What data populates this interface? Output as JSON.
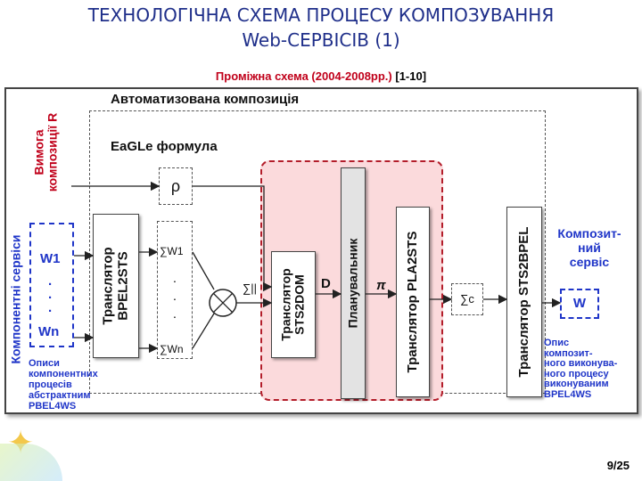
{
  "title_line1": "ТЕХНОЛОГІЧНА СХЕМА ПРОЦЕСУ КОМПОЗУВАННЯ",
  "title_line2": "Web-СЕРВІСІВ (1)",
  "subtitle_red": "Проміжна схема (2004-2008рр.)",
  "subtitle_ref": "[1-10]",
  "auto_composition": "Автоматизована композиція",
  "requirement_label": "Вимога композиції R",
  "eagle_formula": "EaGLe формула",
  "rho": "ρ",
  "component_services": "Компонентні сервіси",
  "w1": "W1",
  "wn": "Wn",
  "dot": ".",
  "translator_bpel2sts": "Транслятор BPEL2STS",
  "sigma_w1": "∑W1",
  "sigma_wn": "∑Wn",
  "sigma_parallel": "∑||",
  "translator_sts2dom": "Транслятор STS2DOM",
  "d_label": "D",
  "planner": "Планувальник",
  "pi": "π",
  "translator_pla2sts": "Транслятор PLA2STS",
  "sigma_c": "∑c",
  "translator_sts2bpel": "Транслятор STS2BPEL",
  "composite_service": "Композит-ний сервіс",
  "composite_line1": "Композит-",
  "composite_line2": "ний",
  "composite_line3": "сервіс",
  "w_label": "W",
  "left_note": [
    "Описи",
    "компонентних",
    "процесів",
    "абстрактним",
    "PBEL4WS"
  ],
  "right_note": [
    "Опис",
    "композит-",
    "ного виконува-",
    "ного процесу",
    "виконуваним",
    "BPEL4WS"
  ],
  "page_number": "9/25",
  "colors": {
    "title": "#1f2f8a",
    "accent_red": "#c0001a",
    "accent_blue": "#1f35c8",
    "pink_fill": "#fbdadc"
  }
}
